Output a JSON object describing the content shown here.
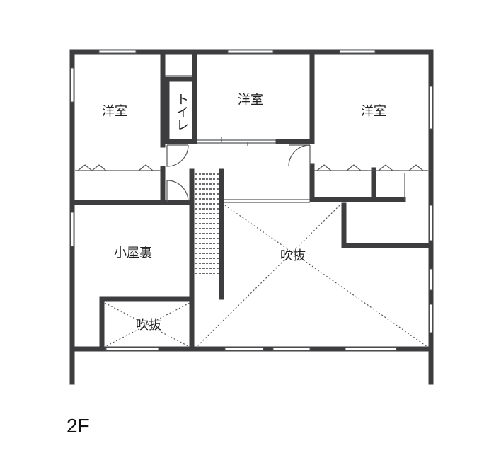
{
  "floor": "2F",
  "rooms": {
    "western_left": "洋室",
    "western_center": "洋室",
    "western_right": "洋室",
    "toilet": "トイレ",
    "attic": "小屋裏",
    "void_large": "吹抜",
    "void_small": "吹抜"
  },
  "colors": {
    "wall": "#3d3d3f",
    "line": "#55575a",
    "background": "#ffffff"
  }
}
